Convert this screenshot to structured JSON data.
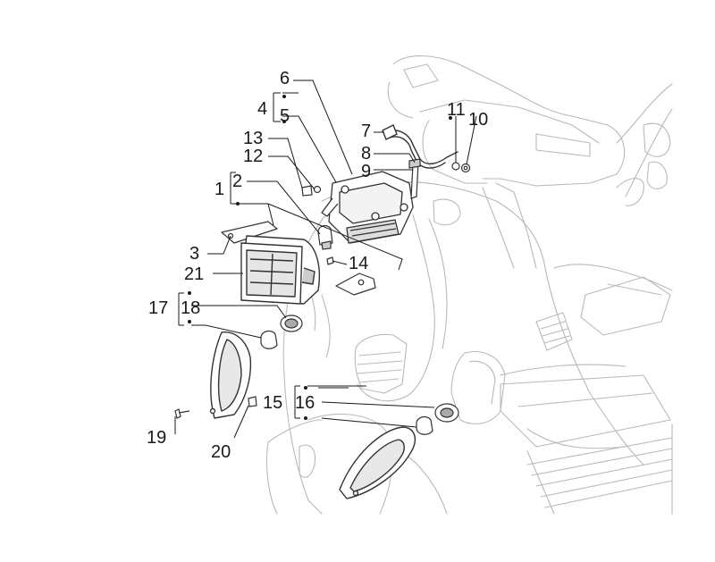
{
  "diagram": {
    "labels": {
      "p1": "1",
      "p2": "2",
      "p3": "3",
      "p4": "4",
      "p5": "5",
      "p6": "6",
      "p7": "7",
      "p8": "8",
      "p9": "9",
      "p10": "10",
      "p11": "11",
      "p12": "12",
      "p13": "13",
      "p14": "14",
      "p15": "15",
      "p16": "16",
      "p17": "17",
      "p18": "18",
      "p19": "19",
      "p20": "20",
      "p21": "21"
    },
    "colors": {
      "ink": "#1a1a1a",
      "body_line": "#b9b9b9",
      "part_line": "#333333"
    }
  }
}
